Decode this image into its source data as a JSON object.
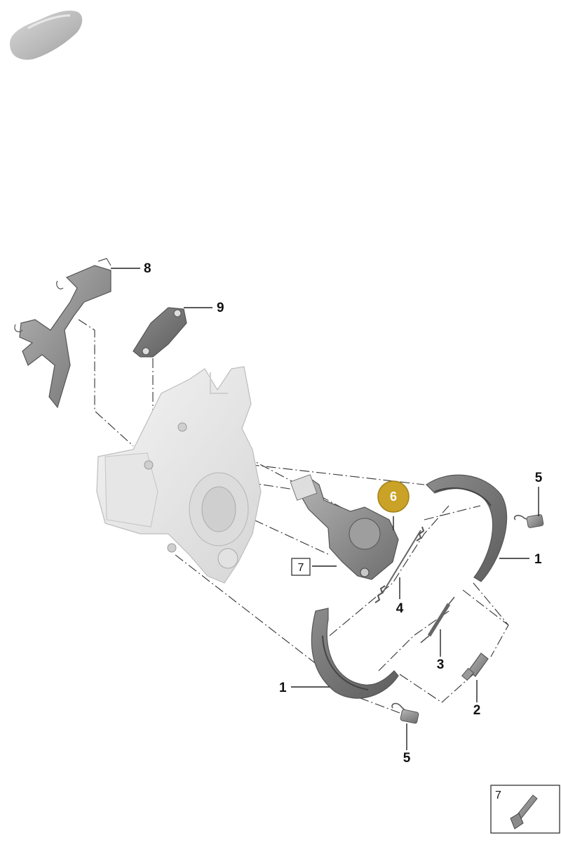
{
  "model_icon": "car-silhouette-icon",
  "callouts": {
    "brake_shoe_right": "1",
    "brake_shoe_left": "1",
    "adjuster": "2",
    "spring_lower": "3",
    "spring_upper": "4",
    "retainer_top": "5",
    "retainer_bottom": "5",
    "actuator": "6",
    "bolt_box": "7",
    "bracket": "8",
    "gasket_plate": "9"
  },
  "highlight_color": "#c9a227",
  "inset": {
    "label": "7",
    "icon": "bolt-icon"
  }
}
